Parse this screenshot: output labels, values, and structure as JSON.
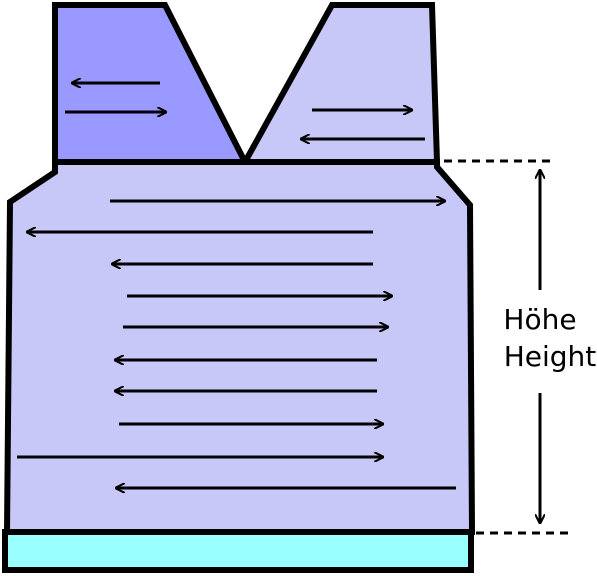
{
  "labels": {
    "height_de": "Höhe",
    "height_en": "Height"
  },
  "colors": {
    "body_fill": "#c8c8f8",
    "shoulder_left_fill": "#9999ff",
    "ribbing_fill": "#99ffff",
    "outline": "#000000"
  },
  "arrows": [
    {
      "section": "left-shoulder",
      "direction": "left"
    },
    {
      "section": "left-shoulder",
      "direction": "right"
    },
    {
      "section": "right-shoulder",
      "direction": "right"
    },
    {
      "section": "right-shoulder",
      "direction": "left"
    },
    {
      "section": "body",
      "direction": "right"
    },
    {
      "section": "body",
      "direction": "left"
    },
    {
      "section": "body",
      "direction": "left"
    },
    {
      "section": "body",
      "direction": "right"
    },
    {
      "section": "body",
      "direction": "right"
    },
    {
      "section": "body",
      "direction": "left"
    },
    {
      "section": "body",
      "direction": "left"
    },
    {
      "section": "body",
      "direction": "right"
    },
    {
      "section": "body",
      "direction": "right"
    },
    {
      "section": "body",
      "direction": "left"
    }
  ]
}
